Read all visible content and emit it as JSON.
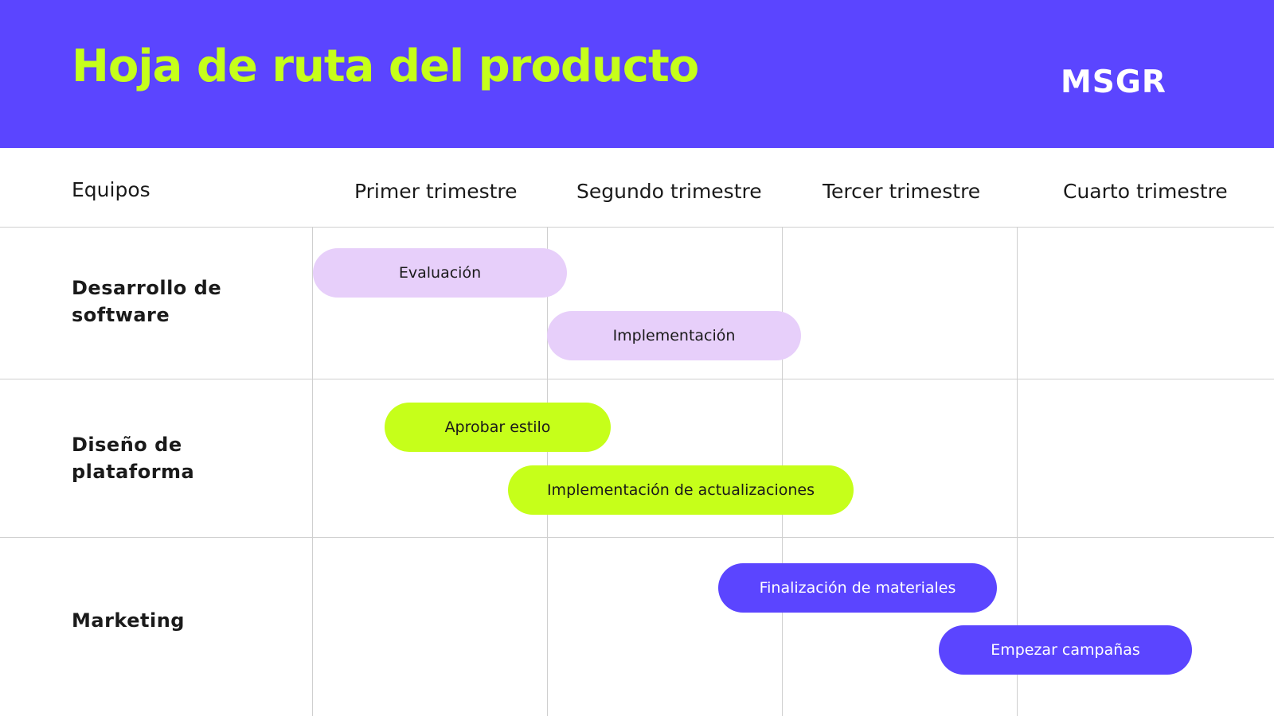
{
  "header": {
    "title": "Hoja de ruta del producto",
    "logo": "MSGR"
  },
  "table": {
    "teams_header": "Equipos",
    "quarters": [
      "Primer trimestre",
      "Segundo trimestre",
      "Tercer trimestre",
      "Cuarto trimestre"
    ],
    "rows": [
      {
        "team": "Desarrollo de software",
        "tasks": [
          {
            "label": "Evaluación",
            "color": "#e7cffa"
          },
          {
            "label": "Implementación",
            "color": "#e7cffa"
          }
        ]
      },
      {
        "team": "Diseño de plataforma",
        "tasks": [
          {
            "label": "Aprobar estilo",
            "color": "#c6ff1a"
          },
          {
            "label": "Implementación de actualizaciones",
            "color": "#c6ff1a"
          }
        ]
      },
      {
        "team": "Marketing",
        "tasks": [
          {
            "label": "Finalización de materiales",
            "color": "#5b45ff"
          },
          {
            "label": "Empezar campañas",
            "color": "#5b45ff"
          }
        ]
      }
    ]
  },
  "colors": {
    "brand_purple": "#5b45ff",
    "accent_lime": "#c6ff1a",
    "lilac": "#e7cffa"
  }
}
